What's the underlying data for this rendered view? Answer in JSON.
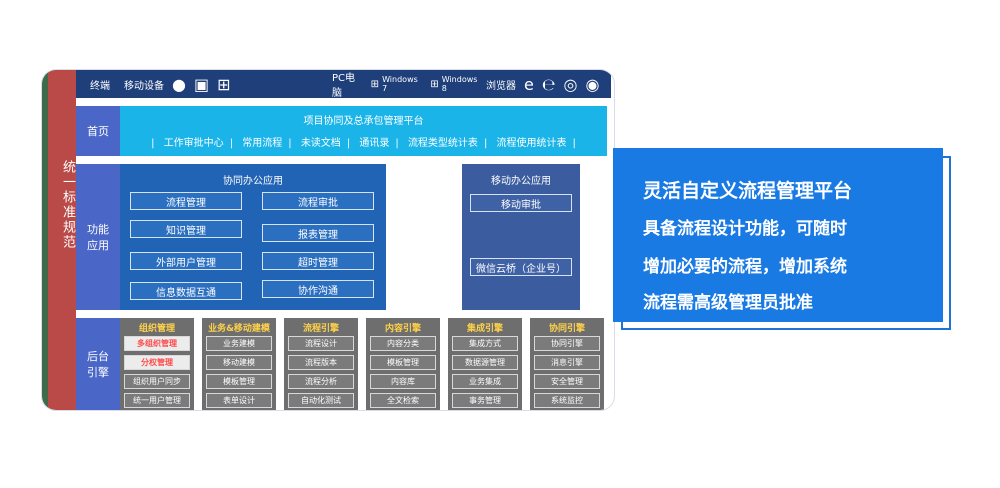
{
  "left_vertical_label": "统一标准规范",
  "terminal": {
    "row_label": "终端",
    "mobile_label": "移动设备",
    "pc_label": "PC电脑",
    "os1": "Windows 7",
    "os2": "Windows 8",
    "browser_label": "浏览器"
  },
  "home": {
    "row_label": "首页",
    "title": "项目协同及总承包管理平台",
    "links": [
      "工作审批中心",
      "常用流程",
      "未读文档",
      "通讯录",
      "流程类型统计表",
      "流程使用统计表"
    ]
  },
  "functions": {
    "row_label": "功能\n应用",
    "office_title": "协同办公应用",
    "office_items": [
      "流程管理",
      "流程审批",
      "知识管理",
      "报表管理",
      "外部用户管理",
      "超时管理",
      "信息数据互通",
      "协作沟通"
    ],
    "mobile_title": "移动办公应用",
    "mobile_items": [
      "移动审批",
      "微信云桥（企业号）"
    ]
  },
  "engines": {
    "row_label": "后台\n引擎",
    "columns": [
      {
        "title": "组织管理",
        "items": [
          "多组织管理",
          "分权管理",
          "组织用户同步",
          "统一用户管理"
        ]
      },
      {
        "title": "业务&移动建模",
        "items": [
          "业务建模",
          "移动建模",
          "模板管理",
          "表单设计"
        ]
      },
      {
        "title": "流程引擎",
        "items": [
          "流程设计",
          "流程版本",
          "流程分析",
          "自动化测试"
        ]
      },
      {
        "title": "内容引擎",
        "items": [
          "内容分类",
          "模板管理",
          "内容库",
          "全文检索"
        ]
      },
      {
        "title": "集成引擎",
        "items": [
          "集成方式",
          "数据源管理",
          "业务集成",
          "事务管理"
        ]
      },
      {
        "title": "协同引擎",
        "items": [
          "协同引擎",
          "消息引擎",
          "安全管理",
          "系统监控"
        ]
      }
    ]
  },
  "callout": {
    "title": "灵活自定义流程管理平台",
    "lines": [
      "具备流程设计功能，可随时",
      "增加必要的流程，增加系统",
      "流程需高级管理员批准"
    ]
  },
  "colors": {
    "accent_blue": "#1a7ae4",
    "home_cyan": "#1ab4e9",
    "panel_blue": "#2163b5",
    "engine_gray": "#6e6e6e",
    "left_red": "#b94a48"
  }
}
